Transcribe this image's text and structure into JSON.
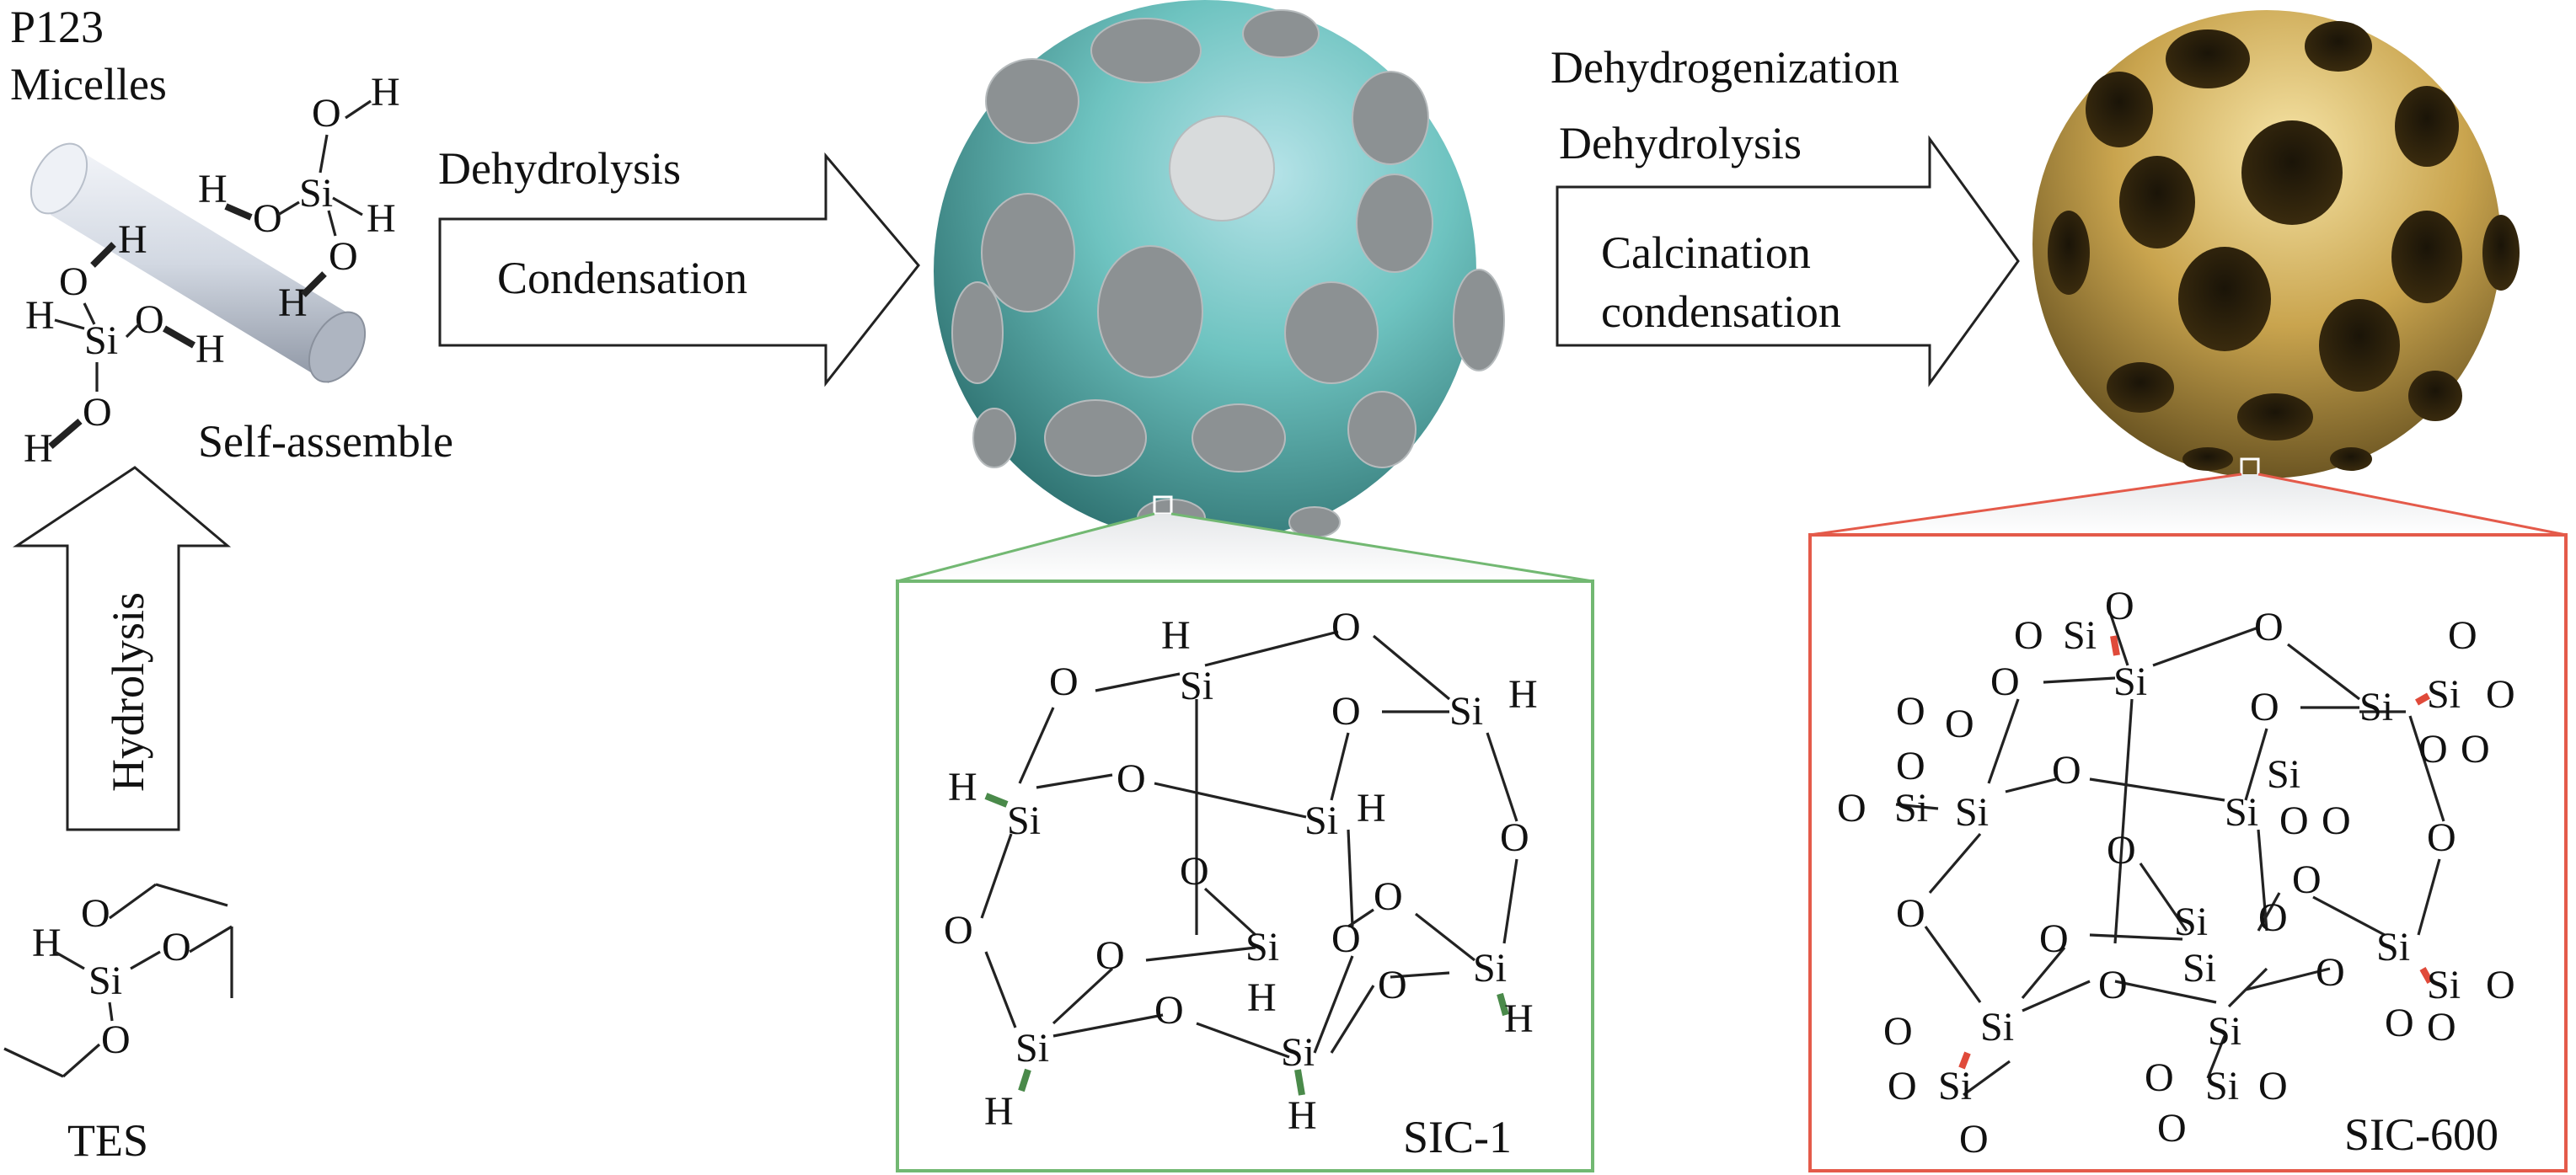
{
  "labels": {
    "p123": "P123",
    "micelles": "Micelles",
    "self_assemble": "Self-assemble",
    "hydrolysis": "Hydrolysis",
    "tes": "TES",
    "dehydrolysis_1": "Dehydrolysis",
    "condensation_1": "Condensation",
    "dehydrogenization": "Dehydrogenization",
    "dehydrolysis_2": "Dehydrolysis",
    "calcination": "Calcination",
    "condensation_2": "condensation",
    "sic1": "SIC-1",
    "sic600": "SIC-600"
  },
  "atoms": {
    "silicon": "Si",
    "oxygen": "O",
    "hydrogen": "H"
  },
  "colors": {
    "sic1_sphere": "#5fb8b2",
    "sic1_spots": "#8c9193",
    "sic600_sphere": "#c9a44e",
    "sic1_frame": "#72b872",
    "sic600_frame": "#e45a4a",
    "micelle_rod": "#cfd6e0"
  }
}
